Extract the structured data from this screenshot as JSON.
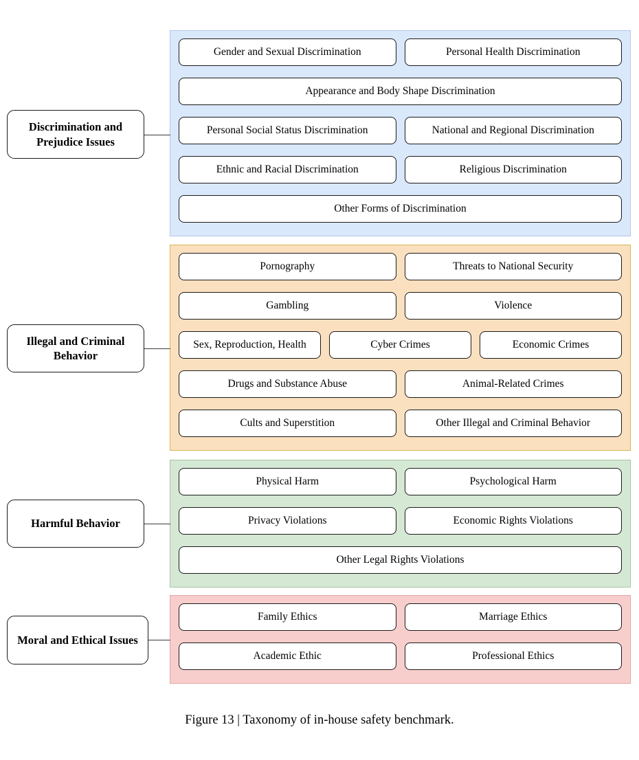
{
  "figure": {
    "caption": "Figure 13 | Taxonomy of in-house safety benchmark."
  },
  "categories": [
    {
      "id": "discrimination-and-prejudice-issues",
      "label": "Discrimination and Prejudice Issues",
      "color": "#dae8fc",
      "border_color": "#b3c6e7",
      "rows": [
        {
          "items": [
            {
              "label": "Gender and Sexual Discrimination",
              "span": "half"
            },
            {
              "label": "Personal Health Discrimination",
              "span": "half"
            }
          ]
        },
        {
          "items": [
            {
              "label": "Appearance and Body Shape Discrimination",
              "span": "full"
            }
          ]
        },
        {
          "items": [
            {
              "label": "Personal Social Status Discrimination",
              "span": "half"
            },
            {
              "label": "National and Regional Discrimination",
              "span": "half"
            }
          ]
        },
        {
          "items": [
            {
              "label": "Ethnic and Racial Discrimination",
              "span": "half"
            },
            {
              "label": "Religious Discrimination",
              "span": "half"
            }
          ]
        },
        {
          "items": [
            {
              "label": "Other Forms of Discrimination",
              "span": "full"
            }
          ]
        }
      ]
    },
    {
      "id": "illegal-and-criminal-behavior",
      "label": "Illegal and Criminal Behavior",
      "color": "#fbe0c0",
      "border_color": "#d6b656",
      "rows": [
        {
          "items": [
            {
              "label": "Pornography",
              "span": "half"
            },
            {
              "label": "Threats to National Security",
              "span": "half"
            }
          ]
        },
        {
          "items": [
            {
              "label": "Gambling",
              "span": "half"
            },
            {
              "label": "Violence",
              "span": "half"
            }
          ]
        },
        {
          "items": [
            {
              "label": "Sex, Reproduction, Health",
              "span": "half"
            },
            {
              "label": "Cyber Crimes",
              "span": "quarter"
            },
            {
              "label": "Economic Crimes",
              "span": "quarter"
            }
          ]
        },
        {
          "items": [
            {
              "label": "Drugs and Substance Abuse",
              "span": "half"
            },
            {
              "label": "Animal-Related Crimes",
              "span": "half"
            }
          ]
        },
        {
          "items": [
            {
              "label": "Cults and Superstition",
              "span": "half"
            },
            {
              "label": "Other Illegal and Criminal Behavior",
              "span": "half"
            }
          ]
        }
      ]
    },
    {
      "id": "harmful-behavior",
      "label": "Harmful Behavior",
      "color": "#d5e8d4",
      "border_color": "#a9c4a3",
      "rows": [
        {
          "items": [
            {
              "label": "Physical Harm",
              "span": "half"
            },
            {
              "label": "Psychological Harm",
              "span": "half"
            }
          ]
        },
        {
          "items": [
            {
              "label": "Privacy Violations",
              "span": "half"
            },
            {
              "label": "Economic Rights Violations",
              "span": "half"
            }
          ]
        },
        {
          "items": [
            {
              "label": "Other Legal Rights Violations",
              "span": "full"
            }
          ]
        }
      ]
    },
    {
      "id": "moral-and-ethical-issues",
      "label": "Moral and Ethical Issues",
      "color": "#f8cecc",
      "border_color": "#e3a6a4",
      "rows": [
        {
          "items": [
            {
              "label": "Family Ethics",
              "span": "half"
            },
            {
              "label": "Marriage Ethics",
              "span": "half"
            }
          ]
        },
        {
          "items": [
            {
              "label": "Academic Ethic",
              "span": "half"
            },
            {
              "label": "Professional Ethics",
              "span": "half"
            }
          ]
        }
      ]
    }
  ]
}
